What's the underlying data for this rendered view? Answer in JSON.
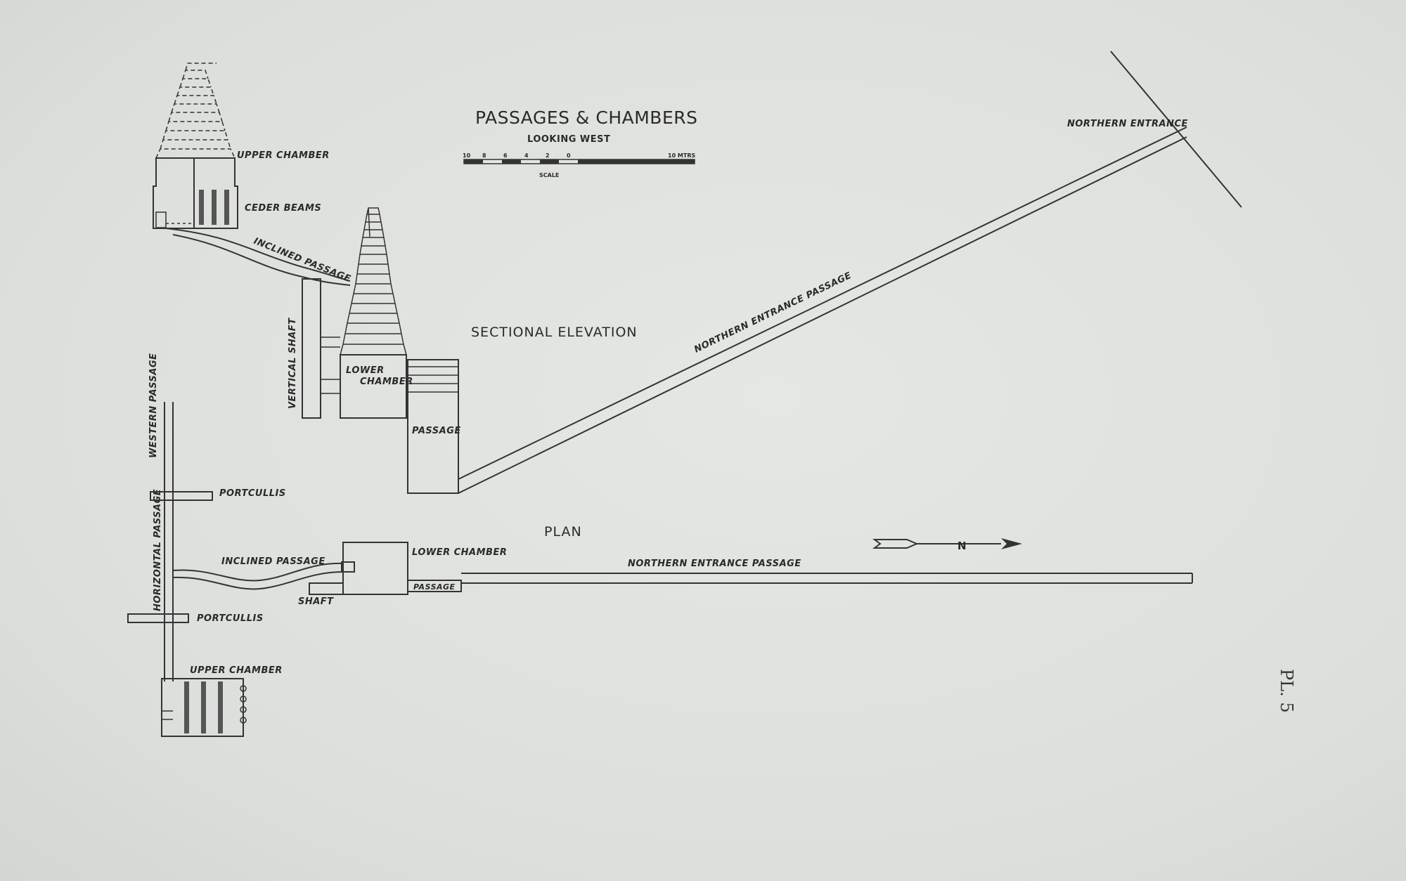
{
  "title": "PASSAGES & CHAMBERS",
  "subtitle": "LOOKING WEST",
  "scale": {
    "label": "SCALE",
    "ticks": [
      "10",
      "8",
      "6",
      "4",
      "2",
      "0",
      "10 MTRS"
    ]
  },
  "sections": {
    "elevation": "SECTIONAL ELEVATION",
    "plan": "PLAN"
  },
  "elevation_labels": {
    "upper_chamber": "UPPER CHAMBER",
    "ceder_beams": "CEDER BEAMS",
    "inclined_passage": "INCLINED PASSAGE",
    "vertical_shaft": "VERTICAL SHAFT",
    "lower_chamber_1": "LOWER",
    "lower_chamber_2": "CHAMBER",
    "passage": "PASSAGE",
    "northern_entrance_passage": "NORTHERN ENTRANCE PASSAGE",
    "northern_entrance": "NORTHERN ENTRANCE"
  },
  "plan_labels": {
    "western_passage": "WESTERN PASSAGE",
    "portcullis_top": "PORTCULLIS",
    "horizontal_passage": "HORIZONTAL PASSAGE",
    "inclined_passage": "INCLINED PASSAGE",
    "shaft": "SHAFT",
    "lower_chamber": "LOWER CHAMBER",
    "passage": "PASSAGE",
    "portcullis_bottom": "PORTCULLIS",
    "upper_chamber": "UPPER CHAMBER",
    "northern_entrance_passage": "NORTHERN ENTRANCE PASSAGE",
    "north_arrow": "N"
  },
  "plate_number": "PL. 5"
}
